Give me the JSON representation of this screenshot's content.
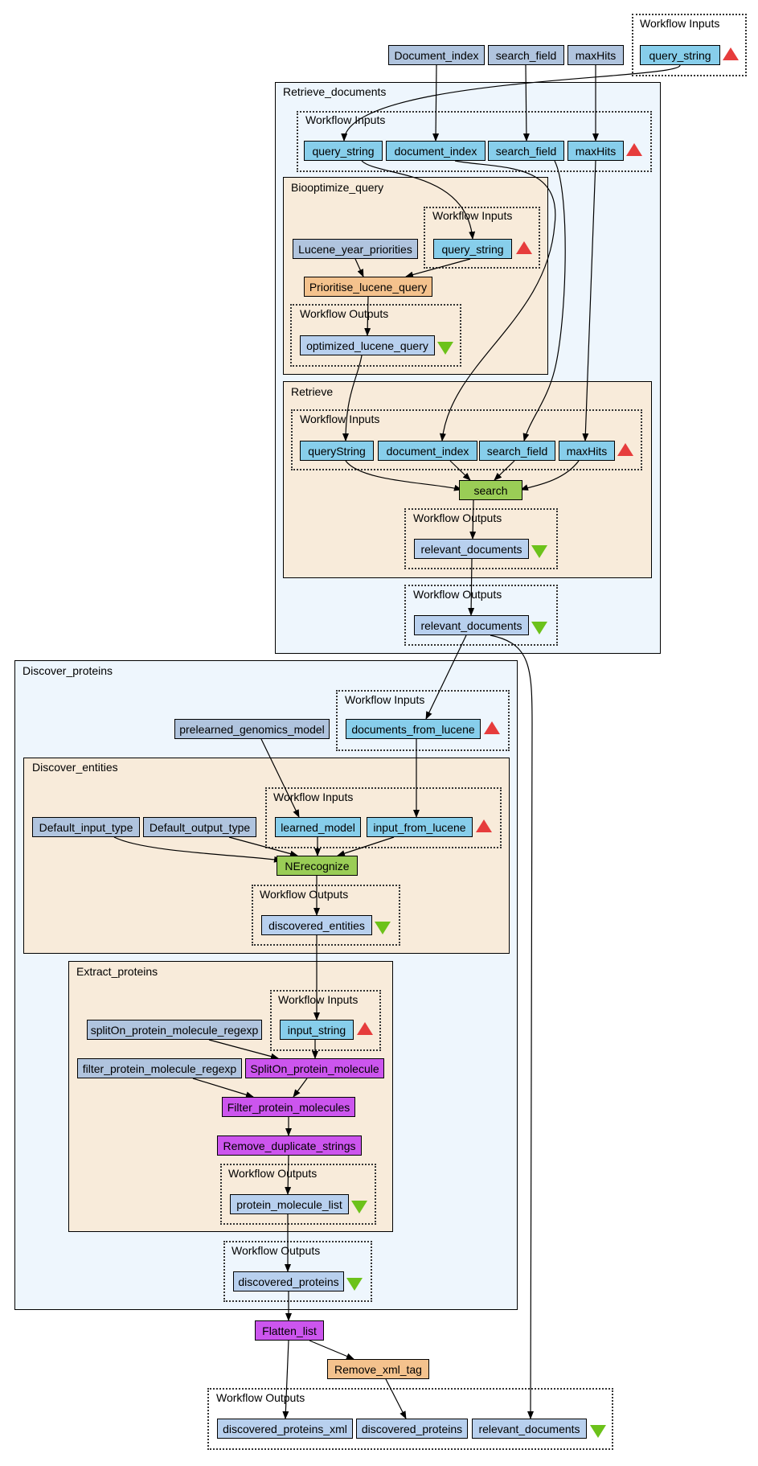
{
  "colors": {
    "workflow_input_port": "#87ceeb",
    "constant": "#b0c4de",
    "workflow_output_port": "#b8d0ee",
    "beanshell": "#f4c28d",
    "local_worker": "#cc55ee",
    "service": "#9acd56",
    "top_group_fill": "#eef6fd",
    "nested_group_fill": "#f8ebda",
    "input_marker": "#e63c3c",
    "output_marker": "#6cc21a"
  },
  "icons": {
    "input_marker": "triangle-up-icon",
    "output_marker": "triangle-down-icon"
  },
  "labels": {
    "workflow_inputs": "Workflow Inputs",
    "workflow_outputs": "Workflow Outputs"
  },
  "groups": {
    "retrieve_documents": "Retrieve_documents",
    "biooptimize_query": "Biooptimize_query",
    "retrieve": "Retrieve",
    "discover_proteins": "Discover_proteins",
    "discover_entities": "Discover_entities",
    "extract_proteins": "Extract_proteins"
  },
  "nodes": {
    "top_query_string": "query_string",
    "top_document_index": "Document_index",
    "top_search_field": "search_field",
    "top_maxhits": "maxHits",
    "rd_query_string": "query_string",
    "rd_document_index": "document_index",
    "rd_search_field": "search_field",
    "rd_maxhits": "maxHits",
    "bo_lucene_year_priorities": "Lucene_year_priorities",
    "bo_query_string": "query_string",
    "bo_prioritise_lucene_query": "Prioritise_lucene_query",
    "bo_optimized_lucene_query": "optimized_lucene_query",
    "rt_querystring": "queryString",
    "rt_document_index": "document_index",
    "rt_search_field": "search_field",
    "rt_maxhits": "maxHits",
    "rt_search": "search",
    "rt_relevant_documents": "relevant_documents",
    "rd_relevant_documents": "relevant_documents",
    "dp_prelearned_genomics_model": "prelearned_genomics_model",
    "dp_documents_from_lucene": "documents_from_lucene",
    "de_default_input_type": "Default_input_type",
    "de_default_output_type": "Default_output_type",
    "de_learned_model": "learned_model",
    "de_input_from_lucene": "input_from_lucene",
    "de_nerecognize": "NErecognize",
    "de_discovered_entities": "discovered_entities",
    "ep_spliton_regexp": "splitOn_protein_molecule_regexp",
    "ep_input_string": "input_string",
    "ep_filter_regexp": "filter_protein_molecule_regexp",
    "ep_spliton_protein_molecule": "SplitOn_protein_molecule",
    "ep_filter_protein_molecules": "Filter_protein_molecules",
    "ep_remove_duplicate_strings": "Remove_duplicate_strings",
    "ep_protein_molecule_list": "protein_molecule_list",
    "dp_discovered_proteins": "discovered_proteins",
    "flatten_list": "Flatten_list",
    "remove_xml_tag": "Remove_xml_tag",
    "out_discovered_proteins_xml": "discovered_proteins_xml",
    "out_discovered_proteins": "discovered_proteins",
    "out_relevant_documents": "relevant_documents"
  }
}
